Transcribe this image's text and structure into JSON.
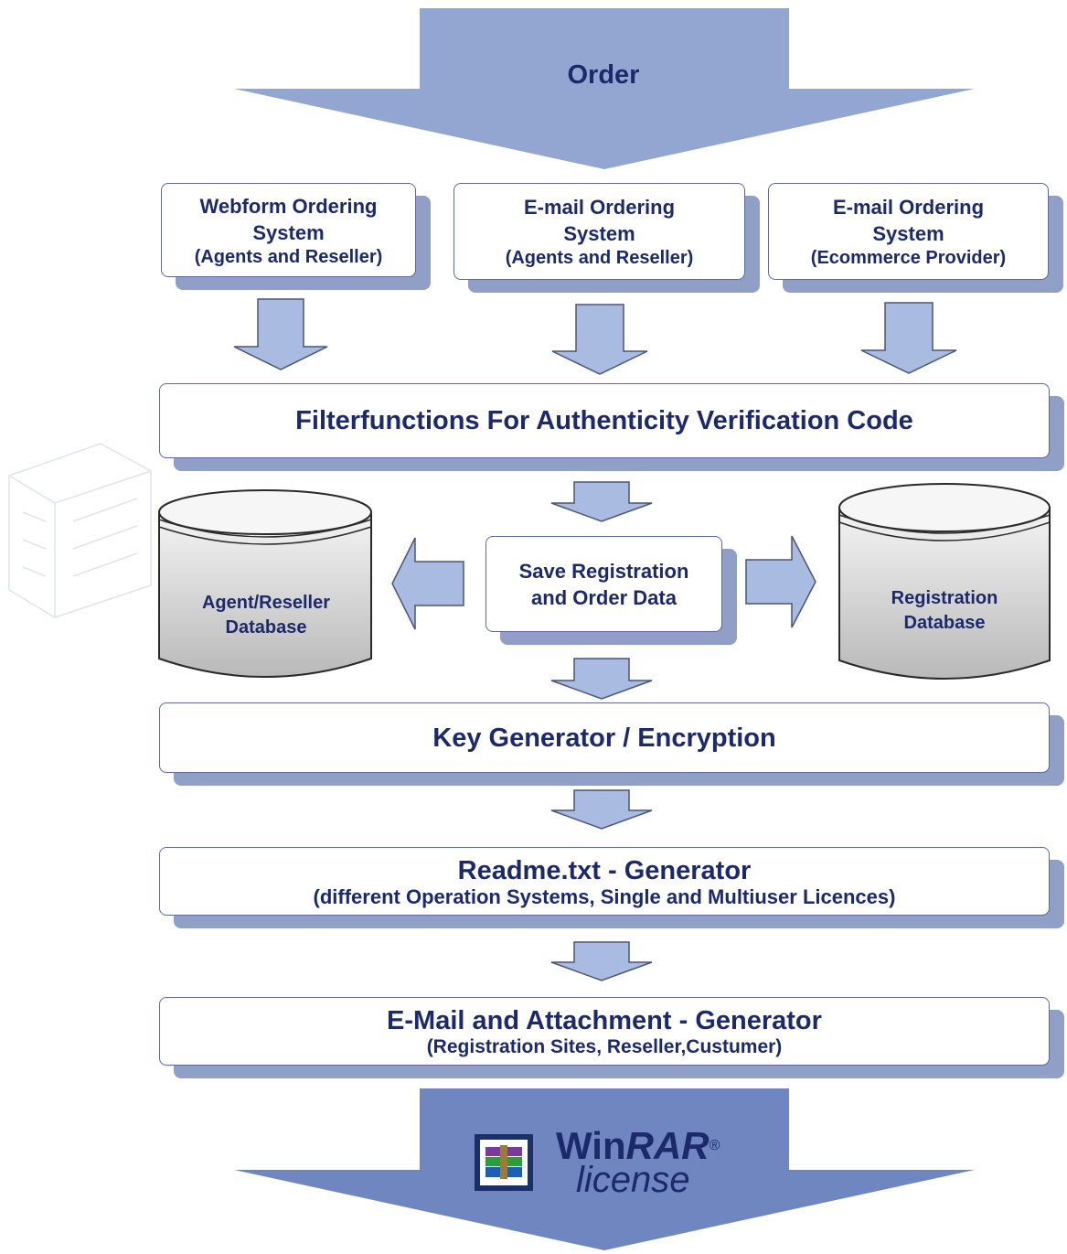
{
  "top_arrow": {
    "label": "Order"
  },
  "ordering_systems": [
    {
      "line1": "Webform Ordering",
      "line2": "System",
      "line3": "(Agents and Reseller)"
    },
    {
      "line1": "E-mail Ordering",
      "line2": "System",
      "line3": "(Agents and Reseller)"
    },
    {
      "line1": "E-mail Ordering",
      "line2": "System",
      "line3": "(Ecommerce Provider)"
    }
  ],
  "filter_box": {
    "label": "Filterfunctions For Authenticity Verification Code"
  },
  "save_box": {
    "line1": "Save Registration",
    "line2": "and Order Data"
  },
  "databases": {
    "agent": {
      "line1": "Agent/Reseller",
      "line2": "Database"
    },
    "registration": {
      "line1": "Registration",
      "line2": "Database"
    }
  },
  "keygen_box": {
    "label": "Key Generator / Encryption"
  },
  "readme_box": {
    "title": "Readme.txt - Generator",
    "subtitle": "(different Operation Systems, Single and Multiuser Licences)"
  },
  "email_box": {
    "title": "E-Mail and Attachment - Generator",
    "subtitle": "(Registration Sites, Reseller,Custumer)"
  },
  "bottom_arrow": {
    "brand_win": "Win",
    "brand_rar": "RAR",
    "registered": "®",
    "license": "license"
  },
  "colors": {
    "top_arrow": "#93a6d1",
    "bottom_arrow": "#6f86c1",
    "small_arrow": "#a9bbe0",
    "shadow": "#8f9fc6",
    "text": "#1c2a6b",
    "border": "#5a6a9e"
  }
}
